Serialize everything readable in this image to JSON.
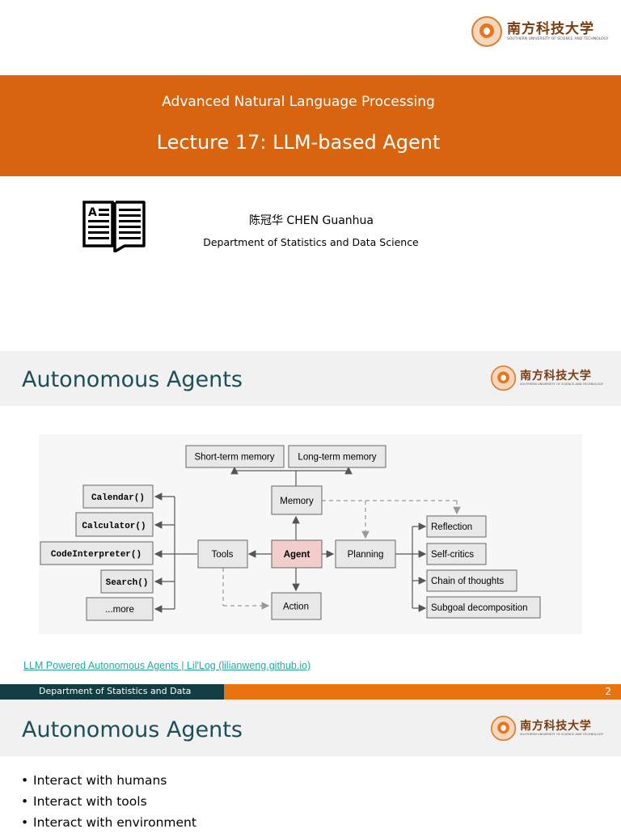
{
  "logo": {
    "name_cn": "南方科技大学",
    "name_en": "SOUTHERN UNIVERSITY OF SCIENCE AND TECHNOLOGY"
  },
  "slide1": {
    "course": "Advanced Natural Language Processing",
    "lecture": "Lecture 17: LLM-based Agent",
    "author": "陈冠华  CHEN Guanhua",
    "department": "Department of Statistics and Data Science",
    "book_icon_letter": "A"
  },
  "slide2": {
    "title": "Autonomous Agents",
    "diagram": {
      "memory_short": "Short-term memory",
      "memory_long": "Long-term memory",
      "memory": "Memory",
      "tools": "Tools",
      "agent": "Agent",
      "planning": "Planning",
      "action": "Action",
      "tool_items": [
        "Calendar()",
        "Calculator()",
        "CodeInterpreter()",
        "Search()",
        "...more"
      ],
      "planning_items": [
        "Reflection",
        "Self-critics",
        "Chain of thoughts",
        "Subgoal decomposition"
      ]
    },
    "reference_link": "LLM Powered Autonomous Agents | Lil'Log (lilianweng.github.io)",
    "footer_org": "Department of Statistics and Data",
    "page_number": "2",
    "colors": {
      "footer_dark": "#123d45",
      "footer_orange": "#e8730f",
      "agent_box": "#f3cccc"
    }
  },
  "slide3": {
    "title": "Autonomous Agents",
    "bullets": [
      "Interact with humans",
      "Interact with tools",
      "Interact with environment"
    ]
  },
  "colors": {
    "banner": "#d9640f",
    "title_text": "#1d4f57",
    "link": "#2aa6a0"
  }
}
